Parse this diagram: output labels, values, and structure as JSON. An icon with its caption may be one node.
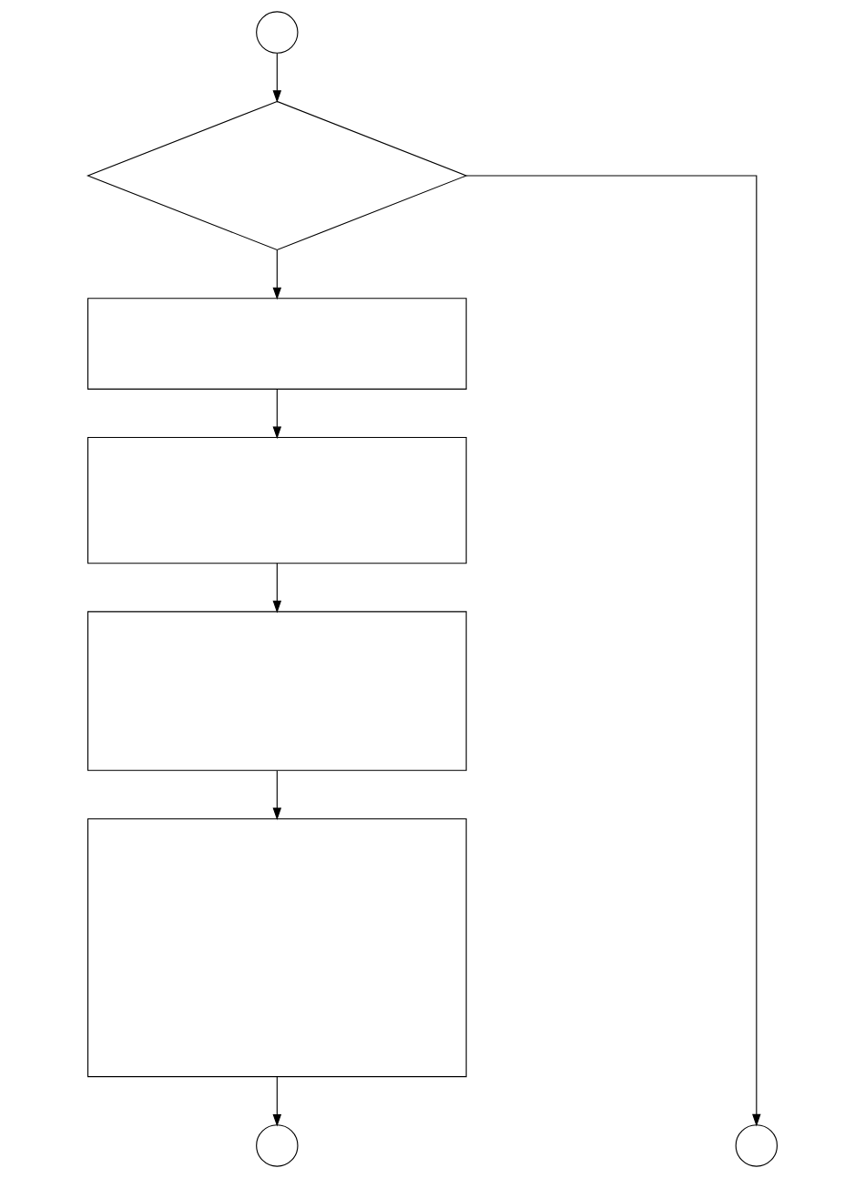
{
  "diagram": {
    "nodes": [
      {
        "text": [],
        "shape": "circle"
      },
      {
        "text": [],
        "shape": "diamond"
      },
      {
        "text": [],
        "shape": "box"
      },
      {
        "text": [],
        "shape": "box"
      },
      {
        "text": [],
        "shape": "box"
      },
      {
        "text": [],
        "shape": "box"
      },
      {
        "text": [],
        "shape": "circle"
      },
      {
        "text": [],
        "shape": "circle"
      }
    ],
    "edges": [
      {
        "from": 0,
        "to": 1,
        "arrow": "to"
      },
      {
        "from": 1,
        "to": 2,
        "arrow": "to"
      },
      {
        "from": 2,
        "to": 3,
        "arrow": "to"
      },
      {
        "from": 3,
        "to": 4,
        "arrow": "to"
      },
      {
        "from": 4,
        "to": 5,
        "arrow": "to"
      },
      {
        "from": 5,
        "to": 6,
        "arrow": "to"
      },
      {
        "from": 1,
        "to": 7,
        "arrow": "to"
      }
    ]
  }
}
